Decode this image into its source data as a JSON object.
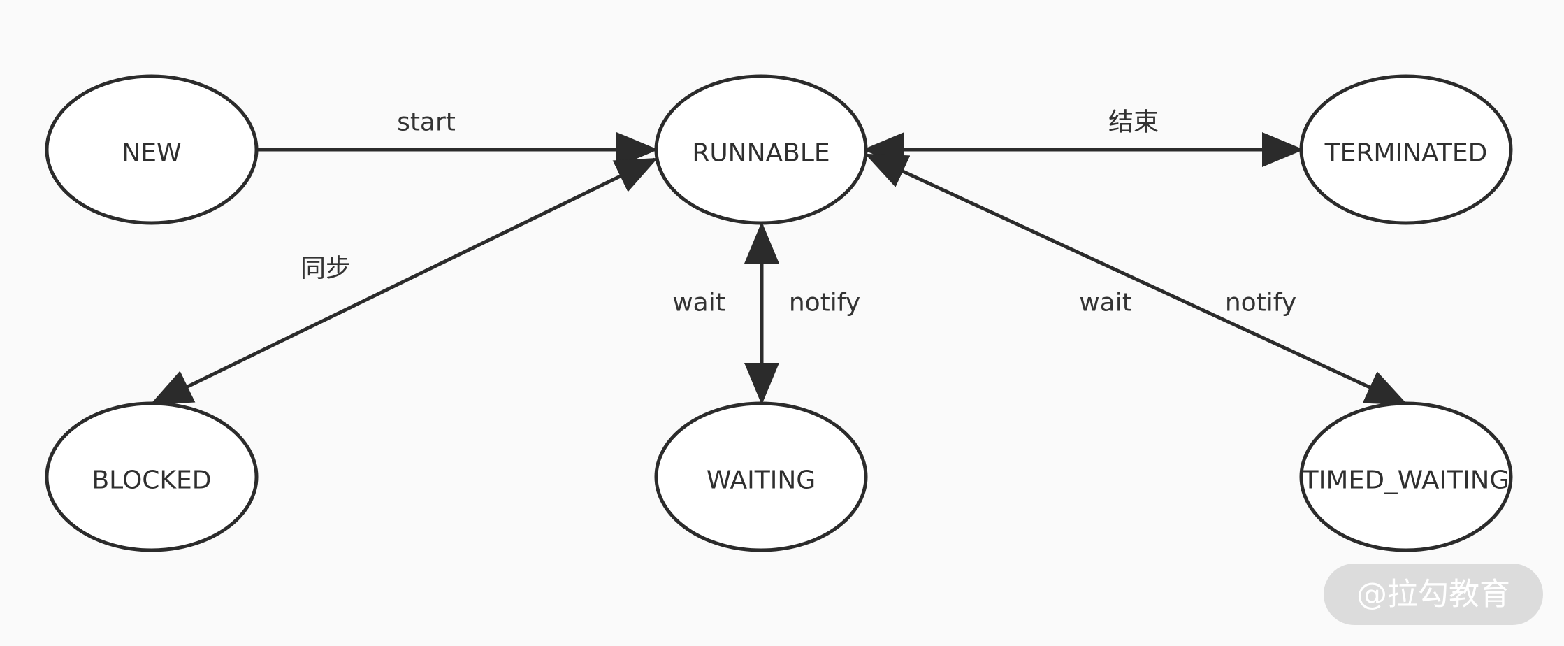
{
  "nodes": {
    "new": "NEW",
    "runnable": "RUNNABLE",
    "terminated": "TERMINATED",
    "blocked": "BLOCKED",
    "waiting": "WAITING",
    "timed_waiting": "TIMED_WAITING"
  },
  "edges": {
    "start": "start",
    "end": "结束",
    "sync": "同步",
    "waiting_wait": "wait",
    "waiting_notify": "notify",
    "timed_wait": "wait",
    "timed_notify": "notify"
  },
  "watermark": "@拉勾教育",
  "colors": {
    "background": "#fafafa",
    "stroke": "#2b2b2b",
    "node_fill": "#ffffff",
    "watermark_bg": "#dcdcdc"
  }
}
